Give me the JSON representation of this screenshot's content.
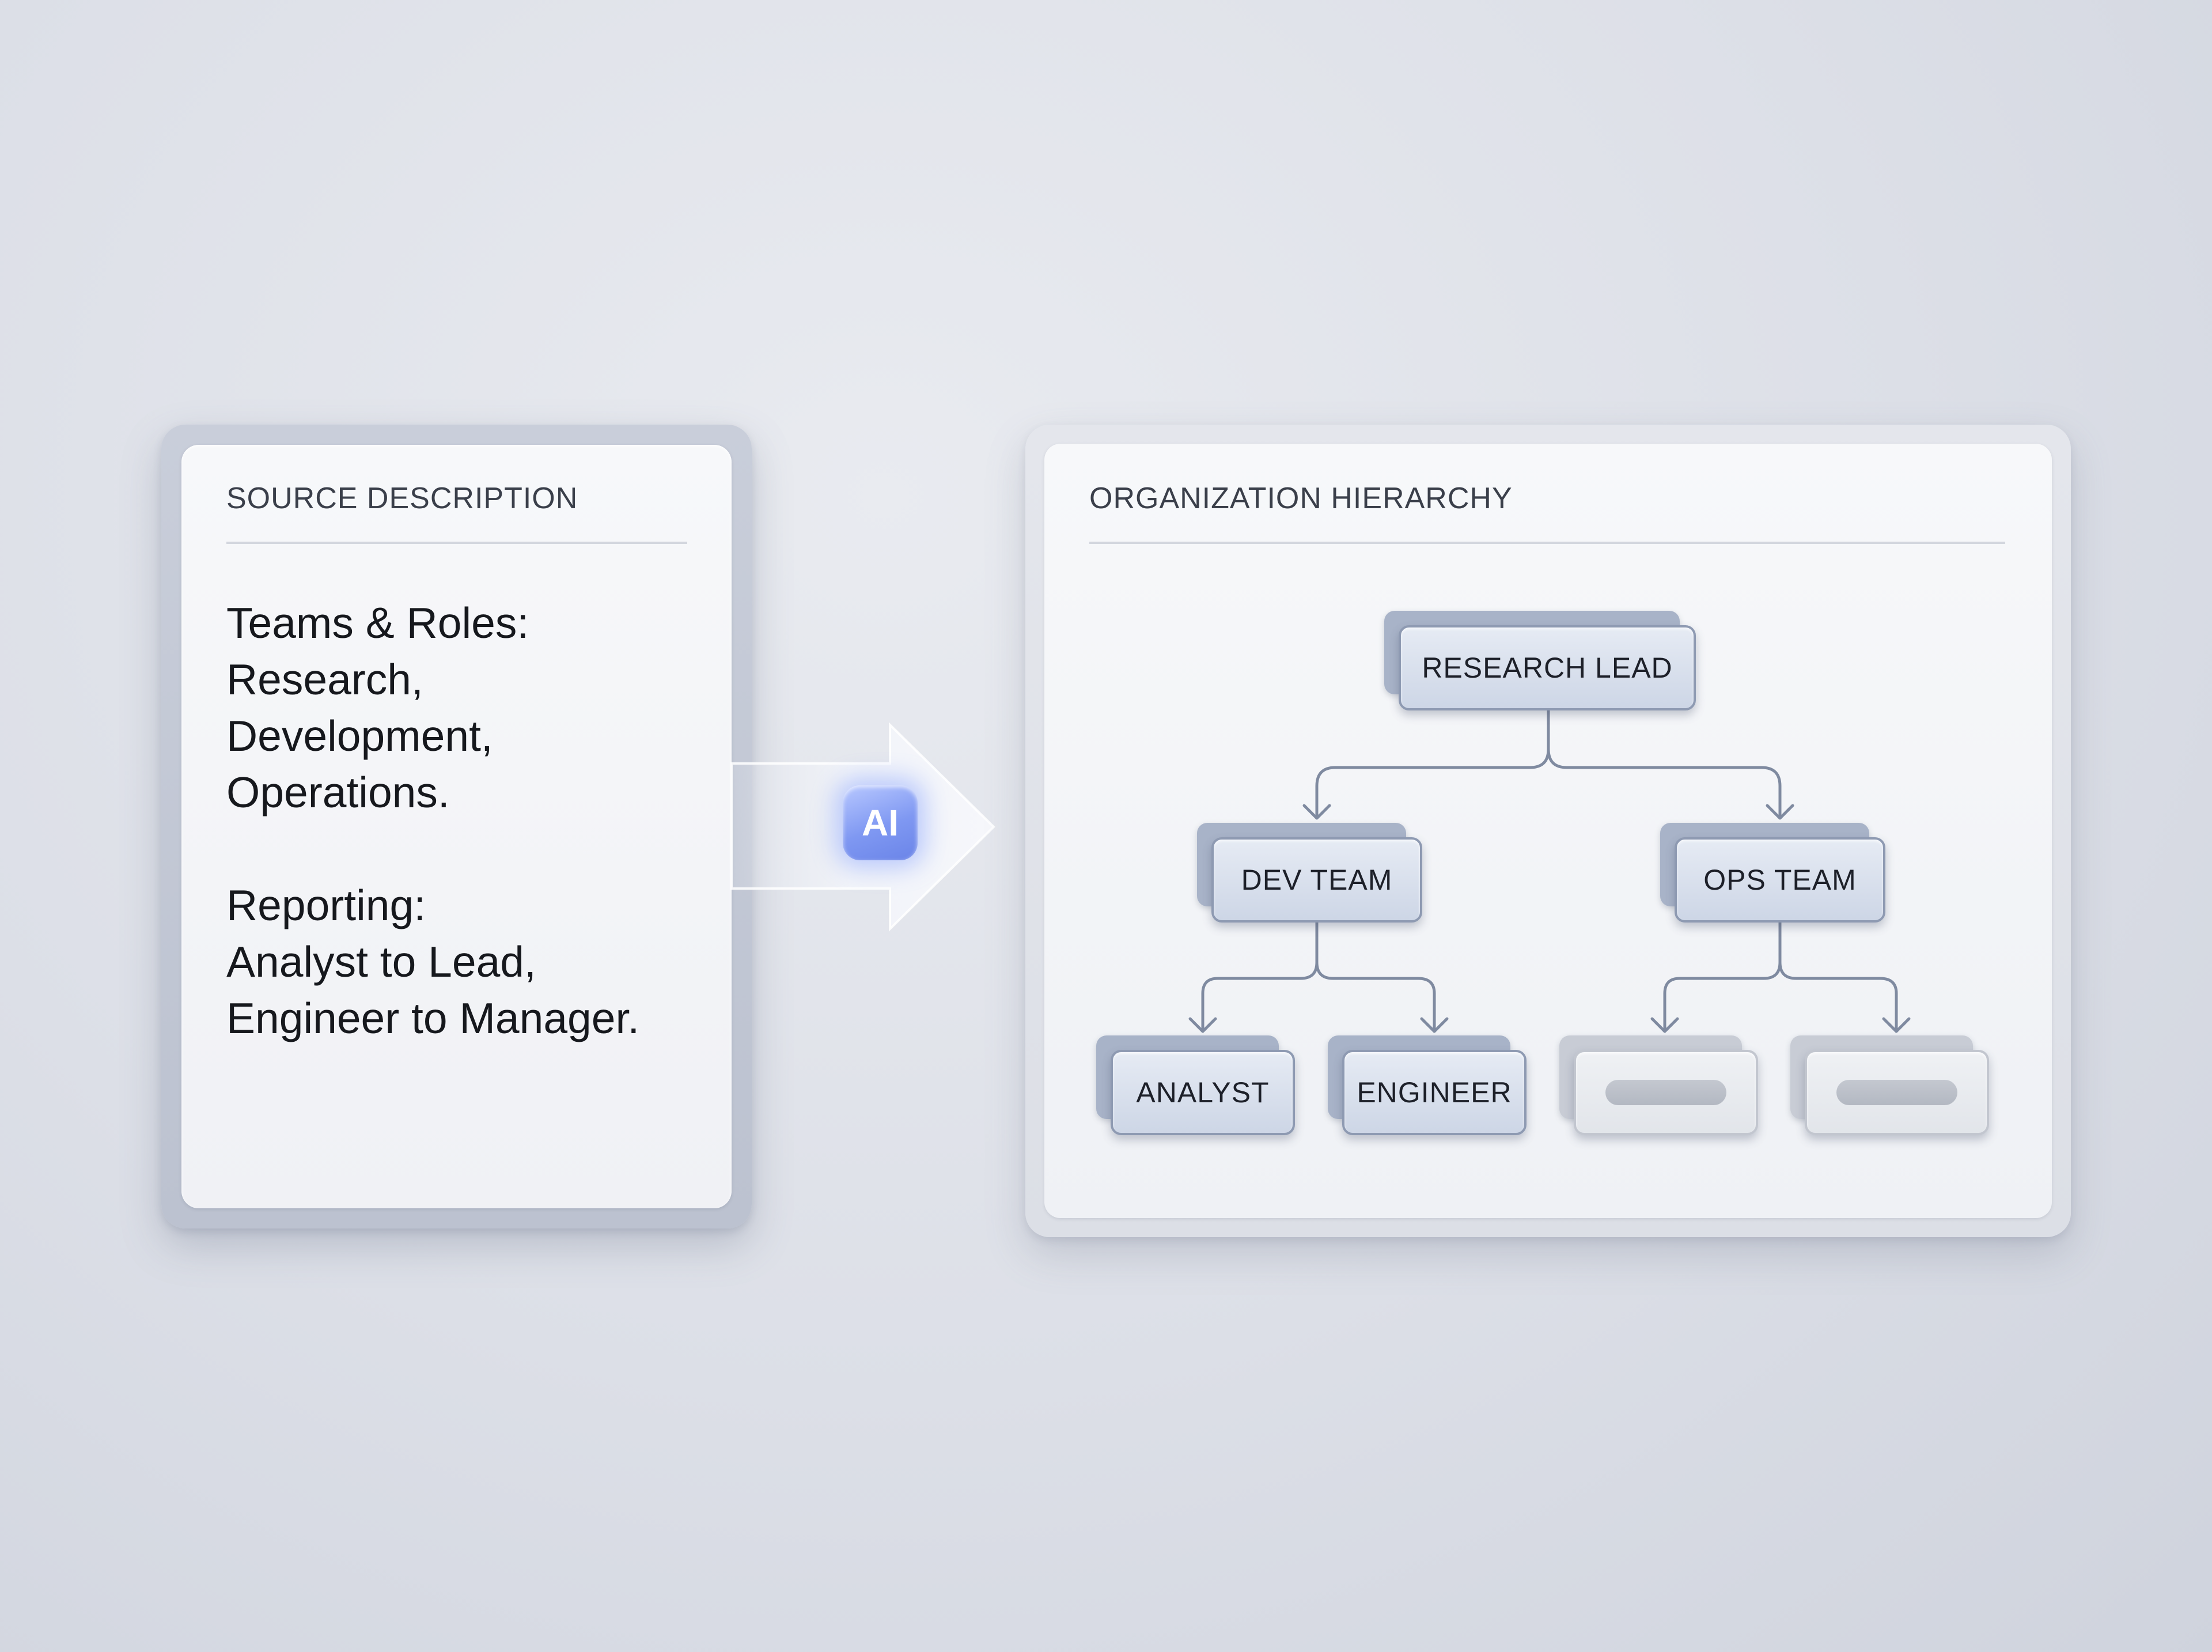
{
  "source": {
    "title": "SOURCE DESCRIPTION",
    "lines": [
      "Teams & Roles:",
      "Research,",
      "Development,",
      "Operations.",
      "Reporting:",
      "Analyst to Lead,",
      "Engineer to Manager."
    ]
  },
  "arrow": {
    "badge_label": "AI"
  },
  "hierarchy": {
    "title": "ORGANIZATION HIERARCHY",
    "root": "RESEARCH LEAD",
    "teams": [
      "DEV TEAM",
      "OPS TEAM"
    ],
    "roles": [
      "ANALYST",
      "ENGINEER",
      "",
      ""
    ]
  },
  "colors": {
    "accent": "#7f98f2",
    "node_border": "#8e9ab2",
    "connector": "#7f8aa0"
  }
}
